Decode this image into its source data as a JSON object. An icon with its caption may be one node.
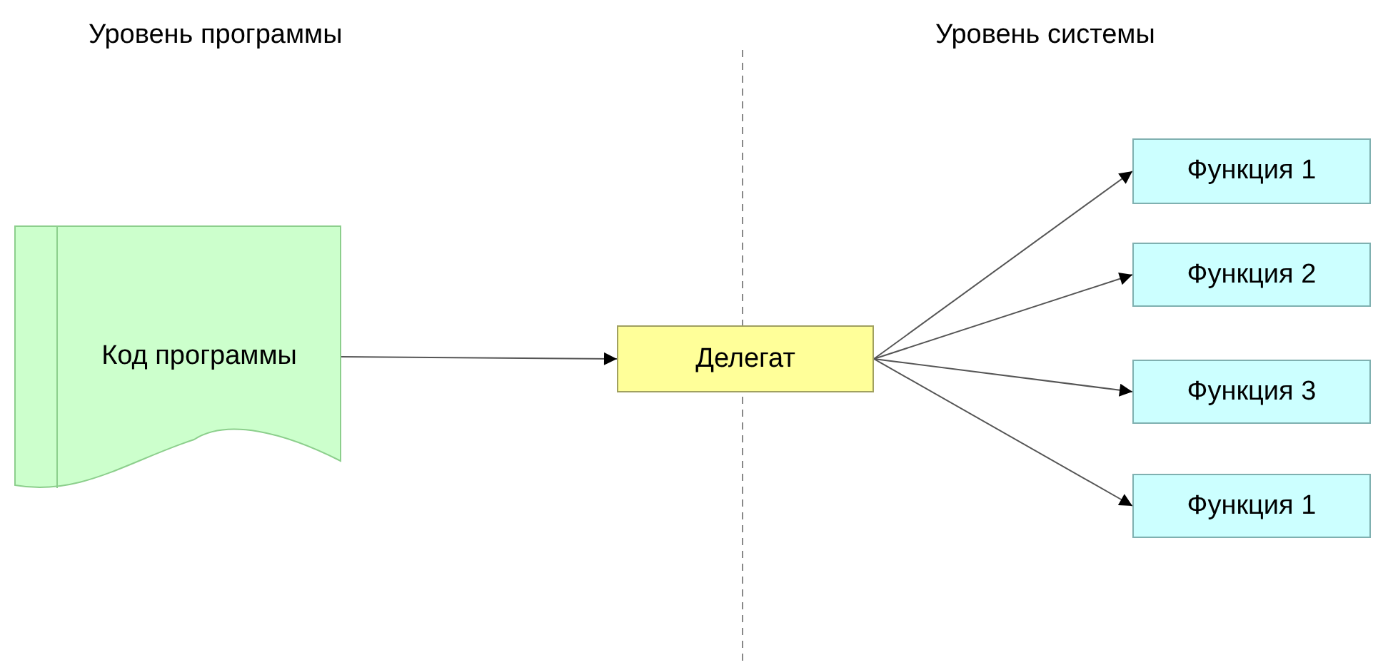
{
  "diagram": {
    "nodes": [
      {
        "text": [
          "Код программы"
        ]
      },
      {
        "text": [
          "Делегат"
        ]
      },
      {
        "text": [
          "Функция 1"
        ]
      },
      {
        "text": [
          "Функция 2"
        ]
      },
      {
        "text": [
          "Функция 3"
        ]
      },
      {
        "text": [
          "Функция 1"
        ]
      }
    ],
    "edges": [
      {
        "from": 0,
        "to": 1,
        "arrow": "to"
      },
      {
        "from": 1,
        "to": 2,
        "arrow": "to"
      },
      {
        "from": 1,
        "to": 3,
        "arrow": "to"
      },
      {
        "from": 1,
        "to": 4,
        "arrow": "to"
      },
      {
        "from": 1,
        "to": 5,
        "arrow": "to"
      }
    ],
    "labels": [
      "Уровень программы",
      "Уровень системы"
    ]
  }
}
